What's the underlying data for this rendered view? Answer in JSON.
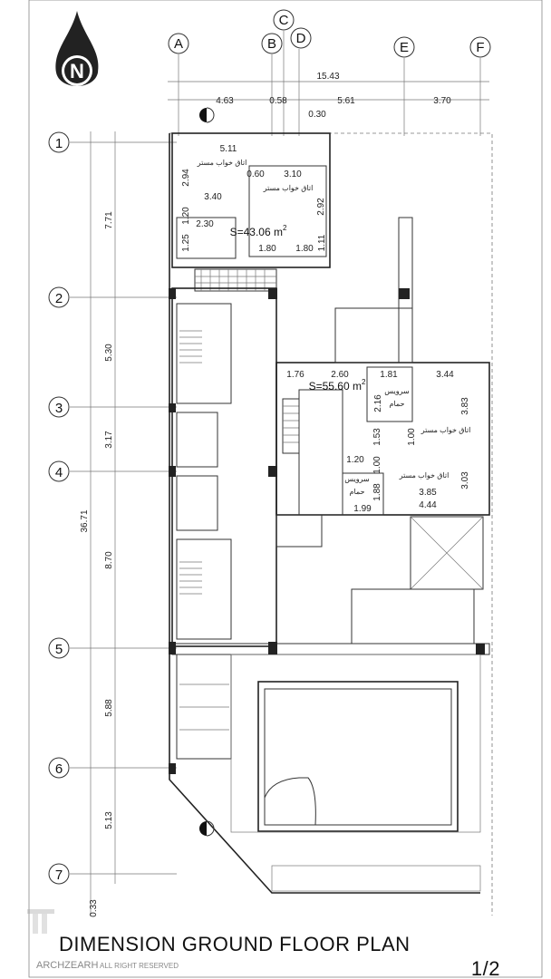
{
  "title": "DIMENSION GROUND FLOOR PLAN",
  "sheet": "1/2",
  "watermark": {
    "brand": "ARCHZEARH",
    "note": "ALL RIGHT RESERVED"
  },
  "north_label": "N",
  "grid_columns": [
    "A",
    "B",
    "C",
    "D",
    "E",
    "F"
  ],
  "grid_rows": [
    "1",
    "2",
    "3",
    "4",
    "5",
    "6",
    "7"
  ],
  "dims_horizontal": {
    "overall": "15.43",
    "segments": [
      "4.63",
      "0.58",
      "5.61",
      "3.70"
    ],
    "extra": "0.30"
  },
  "dims_vertical": {
    "overall": "36.71",
    "segments": [
      "7.71",
      "5.30",
      "3.17",
      "8.70",
      "5.88",
      "5.13"
    ],
    "extra": "0.33"
  },
  "unit_1": {
    "area": "S=43.06 m",
    "sup": "2",
    "rooms": [
      "اتاق خواب مستر",
      "اتاق خواب مستر"
    ],
    "dims": [
      "5.11",
      "2.94",
      "0.60",
      "3.10",
      "3.40",
      "2.92",
      "1.20",
      "2.30",
      "1.25",
      "1.80",
      "1.80",
      "1.11"
    ]
  },
  "unit_2": {
    "area": "S=55.60 m",
    "sup": "2",
    "rooms": [
      "اتاق خواب مستر",
      "اتاق خواب مستر",
      "سرویس",
      "حمام",
      "سرویس",
      "حمام"
    ],
    "dims": [
      "1.76",
      "2.60",
      "1.81",
      "3.44",
      "2.16",
      "3.83",
      "1.53",
      "1.00",
      "1.20",
      "1.00",
      "3.03",
      "1.88",
      "3.85",
      "1.99",
      "4.44"
    ]
  }
}
